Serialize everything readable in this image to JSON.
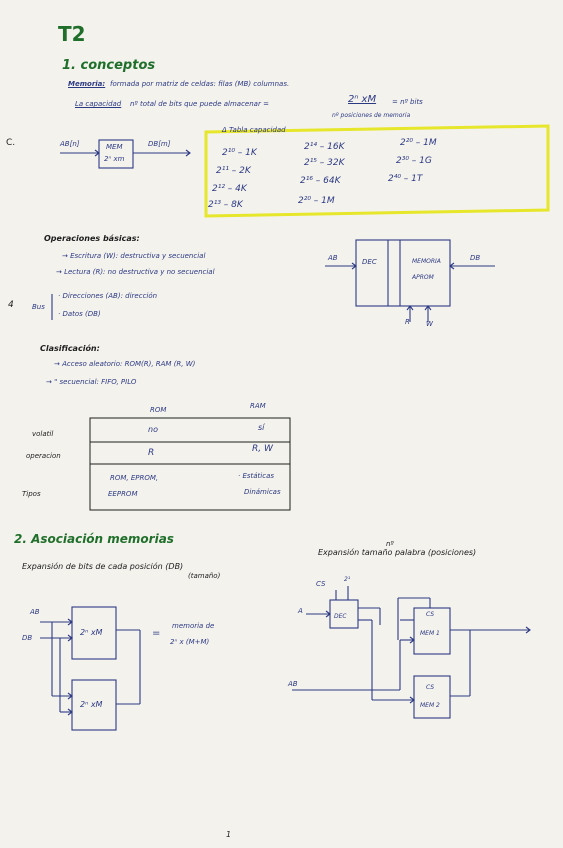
{
  "title": "T2",
  "section1": {
    "heading": "1. conceptos",
    "memoria_term": "Memoria:",
    "memoria_def": "formada por matriz de celdas: filas (MB) columnas.",
    "capacidad_term": "La capacidad",
    "capacidad_def": "nº total de bits que puede almacenar =",
    "capacidad_formula": "2ⁿ xM",
    "capacidad_bits": "= nº bits",
    "capacidad_posiciones": "nº posiciones de memoria"
  },
  "margin_marks": {
    "c": "C.",
    "four": "4"
  },
  "mem_block": {
    "ab": "AB[n]",
    "label_top": "MEM",
    "label_bottom": "2ⁿ xm",
    "db": "DB[m]"
  },
  "tabla": {
    "title": "Δ Tabla capacidad",
    "entries": [
      "2¹⁰ – 1K",
      "2¹⁴ – 16K",
      "2²⁰ – 1M",
      "2¹¹ – 2K",
      "2¹⁵ – 32K",
      "2³⁰ – 1G",
      "2¹² – 4K",
      "2¹⁶ – 64K",
      "2⁴⁰ – 1T",
      "2¹³ – 8K",
      "2²⁰ – 1M"
    ]
  },
  "operaciones": {
    "heading": "Operaciones básicas:",
    "escritura": "→ Escritura (W): destructiva y secuencial",
    "lectura": "→ Lectura (R): no destructiva y no secuencial",
    "bus_label": "Bus",
    "direcciones": "· Direcciones (AB): dirección",
    "datos": "· Datos (DB)"
  },
  "op_diagram": {
    "ab": "AB",
    "dec": "DEC",
    "mem_top": "MEMORIA",
    "mem_bottom": "APROM",
    "db": "DB",
    "r": "R",
    "w": "W"
  },
  "clasificacion": {
    "heading": "Clasificación:",
    "line1": "→ Acceso aleatorio: ROM(R), RAM (R, W)",
    "line2": "→ \" secuencial: FIFO, PILO"
  },
  "comparison_table": {
    "col_rom": "ROM",
    "col_ram": "RAM",
    "row_volatil": "volatil",
    "row_operacion": "operacion",
    "row_tipos": "Tipos",
    "rom_volatil": "no",
    "ram_volatil": "sí",
    "rom_operacion": "R",
    "ram_operacion": "R, W",
    "rom_tipos_1": "ROM, EPROM,",
    "rom_tipos_2": "EEPROM",
    "ram_tipos_1": "· Estáticas",
    "ram_tipos_2": "Dinámicas"
  },
  "section2": {
    "heading": "2. Asociación memorias",
    "exp_bits": "Expansión de bits de cada posición (DB)",
    "exp_bits_sub": "(tamaño)",
    "exp_words": "Expansión tamaño palabra (posiciones)",
    "exp_words_n": "nº"
  },
  "bits_diagram": {
    "ab": "AB",
    "db": "DB",
    "block1": "2ⁿ xM",
    "block2": "2ⁿ xM",
    "equals": "=",
    "result_1": "memoria de",
    "result_2": "2ⁿ x (M+M)"
  },
  "words_diagram": {
    "cs": "CS",
    "two": "2¹",
    "a": "A",
    "dec": "DEC",
    "ab": "AB",
    "cs1": "CS",
    "mem1": "MEM 1",
    "cs2": "CS",
    "mem2": "MEM 2"
  },
  "page_number": "1"
}
